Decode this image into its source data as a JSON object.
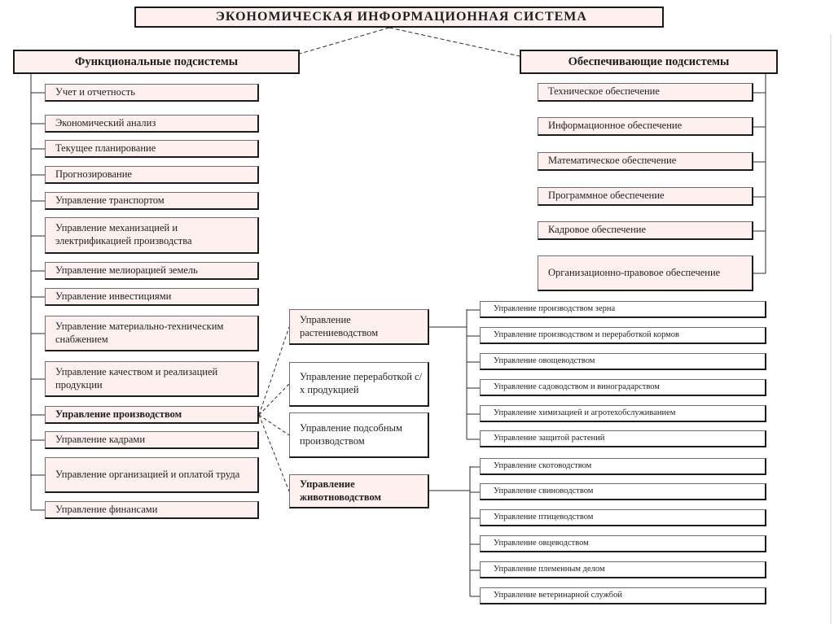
{
  "colors": {
    "box_fill": "#fdf0ee",
    "box_border": "#1c1c1c",
    "line": "#2b2b2b",
    "slide_edge": "#cccccc"
  },
  "title": "ЭКОНОМИЧЕСКАЯ ИНФОРМАЦИОННАЯ СИСТЕМА",
  "functional": {
    "header": "Функциональные подсистемы",
    "items": [
      "Учет и отчетность",
      "Экономический анализ",
      "Текущее планирование",
      "Прогнозирование",
      "Управление транспортом",
      "Управление механизацией и электрификацией производства",
      "Управление мелиорацией земель",
      "Управление инвестициями",
      "Управление материально-техническим снабжением",
      "Управление качеством и реализацией продукции",
      "Управление производством",
      "Управление кадрами",
      "Управление организацией и оплатой труда",
      "Управление финансами"
    ]
  },
  "supporting": {
    "header": "Обеспечивающие подсистемы",
    "items": [
      "Техническое обеспечение",
      "Информационное обеспечение",
      "Математическое обеспечение",
      "Программное обеспечение",
      "Кадровое обеспечение",
      "Организационно-правовое обеспечение"
    ]
  },
  "production_branches": [
    "Управление растениеводством",
    "Управление переработкой с/х продукцией",
    "Управление подсобным производством",
    "Управление животноводством"
  ],
  "crop_items": [
    "Управление производством зерна",
    "Управление производством и переработкой кормов",
    "Управление овощеводством",
    "Управление садоводством и виноградарством",
    "Управление химизацией и агротехобслуживанием",
    "Управление защитой растений"
  ],
  "livestock_items": [
    "Управление скотоводством",
    "Управление свиноводством",
    "Управление птицеводством",
    "Управление овцеводством",
    "Управление племенным делом",
    "Управление ветеринарной службой"
  ]
}
